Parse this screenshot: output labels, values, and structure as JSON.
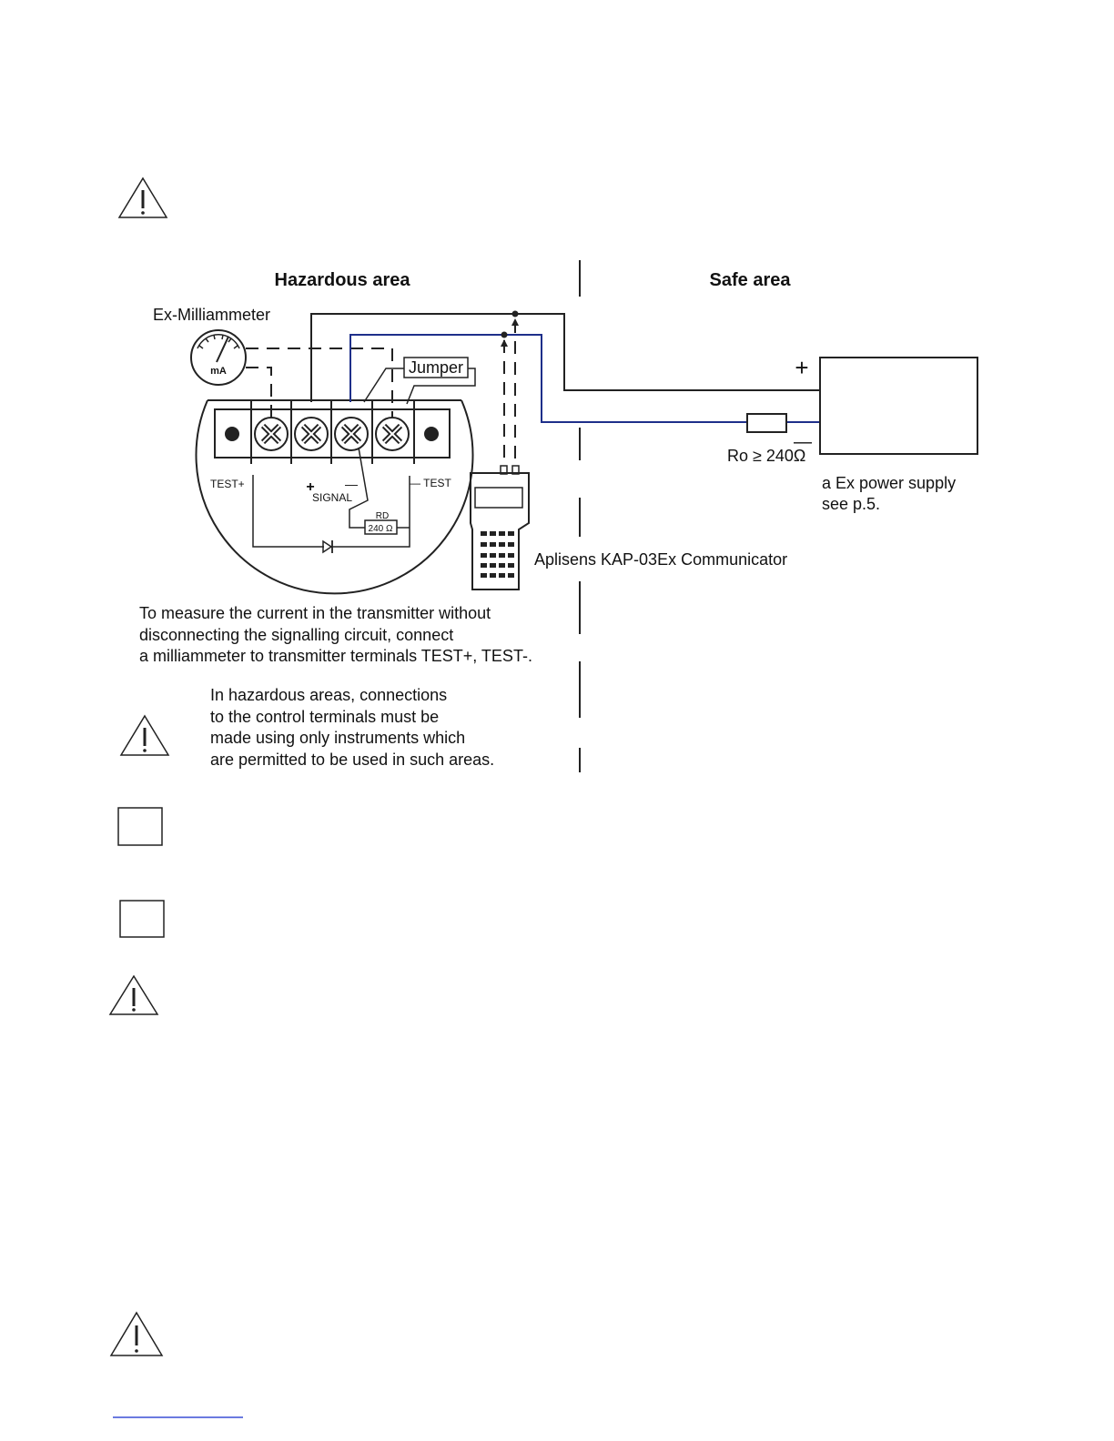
{
  "labels": {
    "hazardous_area": "Hazardous area",
    "safe_area": "Safe area",
    "ex_milliammeter": "Ex-Milliammeter",
    "mA": "mA",
    "jumper": "Jumper",
    "test_plus": "TEST+",
    "signal_plus": "+",
    "signal_minus": "—",
    "signal": "SIGNAL",
    "test_minus": "— TEST",
    "rd": "RD",
    "rd_value": "240 Ω",
    "power_plus": "+",
    "power_minus": "—",
    "ro": "Ro ≥ 240Ω",
    "supply_line1": "a Ex power supply",
    "supply_line2": "see p.5.",
    "communicator": "Aplisens KAP-03Ex Communicator"
  },
  "notes": {
    "measure": [
      "To measure the current  in the transmitter without",
      "disconnecting the signalling circuit, connect",
      "a milliammeter to transmitter terminals TEST+, TEST-."
    ],
    "warning": [
      "In hazardous areas, connections",
      "to the control terminals must be",
      "made using only instruments which",
      "are permitted to be used in such areas."
    ]
  }
}
